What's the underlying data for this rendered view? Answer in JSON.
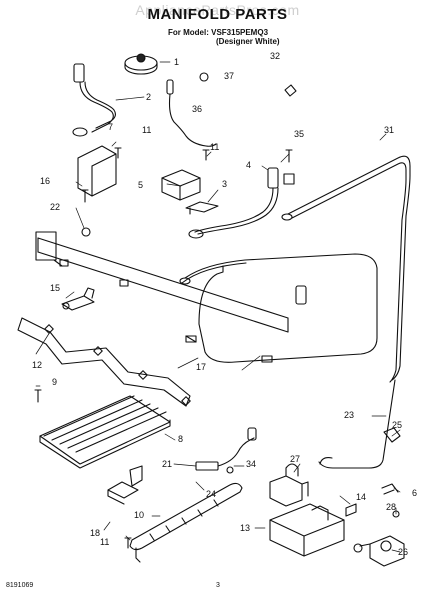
{
  "watermark": "AppliancePartsPros.com",
  "title": "MANIFOLD PARTS",
  "model_line": "For Model: VSF315PEMQ3",
  "model_variant": "(Designer White)",
  "footer_left": "8191069",
  "footer_page": "3",
  "callouts": [
    "1",
    "2",
    "3",
    "4",
    "5",
    "6",
    "7",
    "8",
    "9",
    "10",
    "11",
    "12",
    "13",
    "14",
    "15",
    "16",
    "17",
    "18",
    "21",
    "22",
    "23",
    "24",
    "25",
    "26",
    "27",
    "28",
    "31",
    "32",
    "34",
    "35",
    "36",
    "37"
  ]
}
